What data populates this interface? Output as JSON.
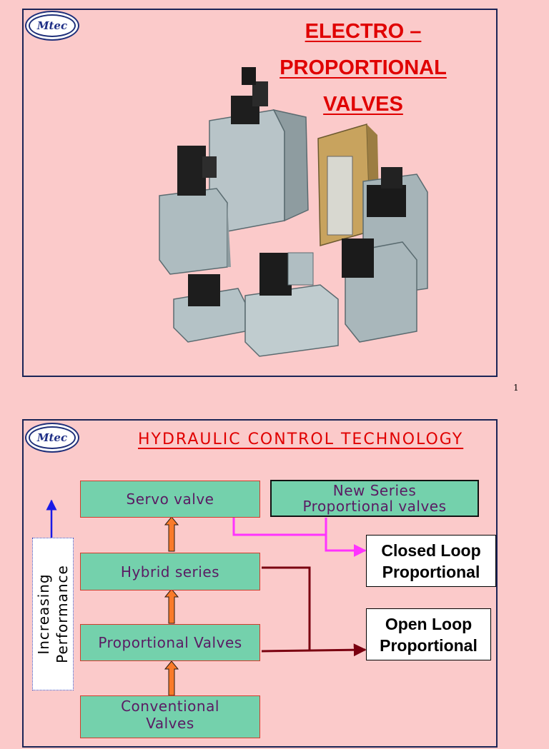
{
  "slide1": {
    "logo_text": "Mtec",
    "title_lines": [
      "ELECTRO –",
      "PROPORTIONAL",
      "VALVES"
    ]
  },
  "page_number": "1",
  "slide2": {
    "logo_text": "Mtec",
    "title": "HYDRAULIC CONTROL TECHNOLOGY",
    "boxes": {
      "servo": "Servo valve",
      "new_series_line1": "New Series",
      "new_series_line2": "Proportional valves",
      "hybrid": "Hybrid series",
      "proportional": "Proportional Valves",
      "conventional_line1": "Conventional",
      "conventional_line2": "Valves"
    },
    "closed_loop": [
      "Closed Loop",
      "Proportional"
    ],
    "open_loop": [
      "Open Loop",
      "Proportional"
    ],
    "performance": [
      "Increasing",
      "Performance"
    ]
  },
  "colors": {
    "background": "#fbcaca",
    "title_red": "#e00000",
    "box_green": "#74d1ac",
    "box_text": "#5a1b63",
    "arrow_orange": "#f97a2a",
    "arrow_maroon": "#7a0010",
    "arrow_magenta": "#ff33ff",
    "arrow_blue": "#1a1ae6"
  }
}
